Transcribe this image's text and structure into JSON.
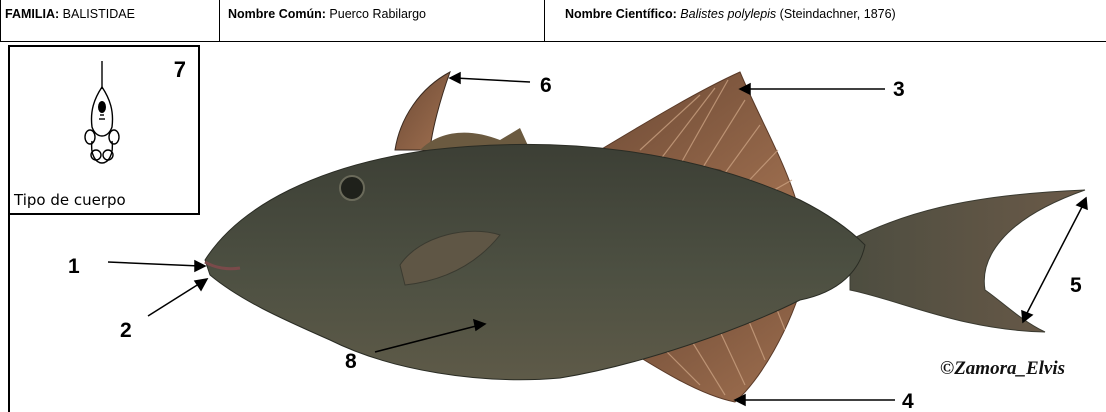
{
  "header": {
    "familia_label": "FAMILIA:",
    "familia_value": "BALISTIDAE",
    "comun_label": "Nombre Común:",
    "comun_value": "Puerco Rabilargo",
    "cientifico_label": "Nombre Científico:",
    "cientifico_value": "Balistes polylepis",
    "cientifico_author": "(Steindachner, 1876)"
  },
  "body_type": {
    "number": "7",
    "caption": "Tipo de cuerpo"
  },
  "callouts": {
    "n1": "1",
    "n2": "2",
    "n3": "3",
    "n4": "4",
    "n5": "5",
    "n6": "6",
    "n8": "8"
  },
  "copyright": "©Zamora_Elvis",
  "colors": {
    "body": "#4a4d3e",
    "fin": "#8a5a3c",
    "border": "#000000"
  }
}
